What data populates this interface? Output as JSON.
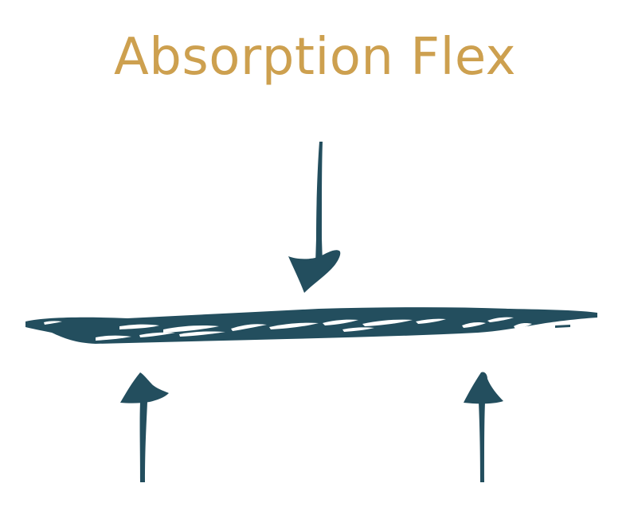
{
  "title": "Absorption Flex",
  "colors": {
    "title": "#CDA04F",
    "ink": "#234E5E",
    "background": "#FFFFFF"
  },
  "diagram": {
    "elements": [
      {
        "name": "load-arrow",
        "icon": "arrow-down-icon",
        "direction": "down"
      },
      {
        "name": "flexing-board",
        "icon": "board-icon"
      },
      {
        "name": "left-support-arrow",
        "icon": "arrow-up-icon",
        "direction": "up"
      },
      {
        "name": "right-support-arrow",
        "icon": "arrow-up-icon",
        "direction": "up"
      }
    ]
  }
}
